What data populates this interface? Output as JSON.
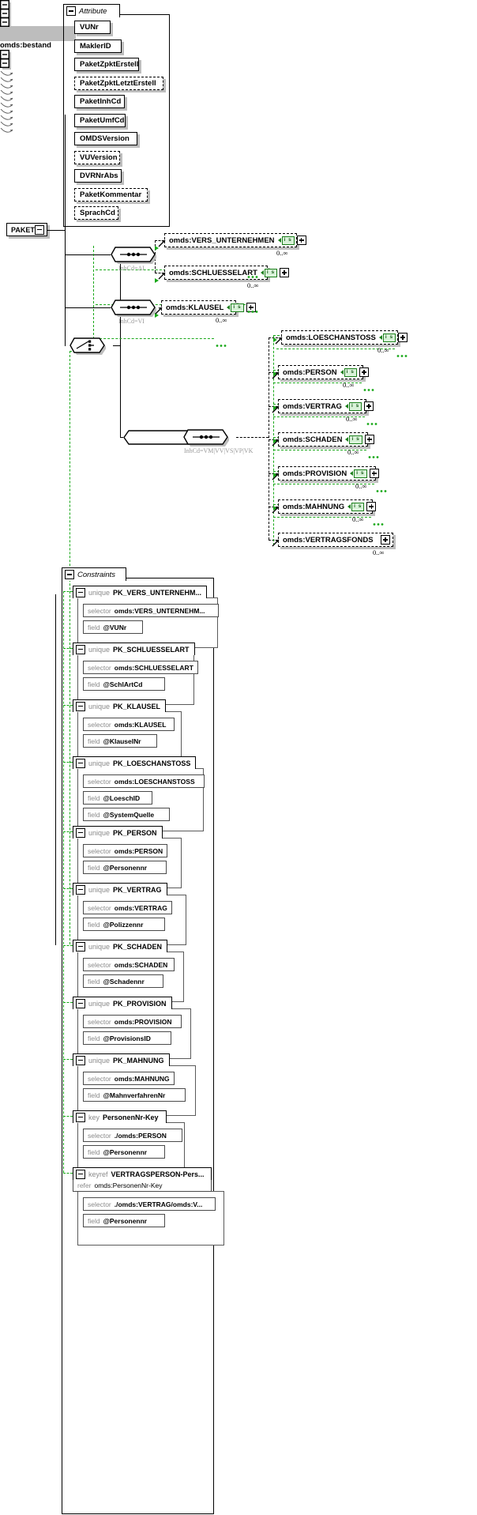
{
  "diagram": {
    "root": {
      "label": "PAKET"
    },
    "attribute_frame": {
      "title": "Attribute"
    },
    "constraints_frame": {
      "title": "Constraints"
    }
  },
  "attributes": [
    {
      "name": "VUNr",
      "optional": false
    },
    {
      "name": "MaklerID",
      "optional": false
    },
    {
      "name": "PaketZpktErstell",
      "optional": false
    },
    {
      "name": "PaketZpktLetztErstell",
      "optional": true
    },
    {
      "name": "PaketInhCd",
      "optional": false
    },
    {
      "name": "PaketUmfCd",
      "optional": false
    },
    {
      "name": "OMDSVersion",
      "optional": false
    },
    {
      "name": "VUVersion",
      "optional": true
    },
    {
      "name": "DVRNrAbs",
      "optional": false
    },
    {
      "name": "PaketKommentar",
      "optional": true
    },
    {
      "name": "SprachCd",
      "optional": true
    }
  ],
  "groups": [
    {
      "id": "seq-ai",
      "type": "sequence",
      "label": "InhCd=AI"
    },
    {
      "id": "seq-vi",
      "type": "sequence",
      "label": "InhCd=VI"
    },
    {
      "id": "choice-root",
      "type": "choice",
      "label": ""
    },
    {
      "id": "bestand",
      "type": "element",
      "label": "omds:bestand"
    },
    {
      "id": "seq-bestand",
      "type": "sequence",
      "label": "InhCd=VM|VV|VS|VP|VK"
    }
  ],
  "elements": [
    {
      "name": "omds:VERS_UNTERNEHMEN",
      "badge": "i s",
      "occurs": "0..∞",
      "expander": "plus",
      "group": "seq-ai"
    },
    {
      "name": "omds:SCHLUESSELART",
      "badge": "i s",
      "occurs": "0..∞",
      "expander": "plus",
      "group": "seq-ai"
    },
    {
      "name": "omds:KLAUSEL",
      "badge": "i s",
      "occurs": "0..∞",
      "expander": "plus",
      "group": "seq-vi"
    },
    {
      "name": "omds:LOESCHANSTOSS",
      "badge": "i s",
      "occurs": "0..∞",
      "expander": "plus",
      "group": "seq-bestand"
    },
    {
      "name": "omds:PERSON",
      "badge": "i s",
      "occurs": "0..∞",
      "expander": "plus",
      "group": "seq-bestand"
    },
    {
      "name": "omds:VERTRAG",
      "badge": "i s",
      "occurs": "0..∞",
      "expander": "plus",
      "group": "seq-bestand"
    },
    {
      "name": "omds:SCHADEN",
      "badge": "i s",
      "occurs": "0..∞",
      "expander": "plus",
      "group": "seq-bestand"
    },
    {
      "name": "omds:PROVISION",
      "badge": "i s",
      "occurs": "0..∞",
      "expander": "plus",
      "group": "seq-bestand"
    },
    {
      "name": "omds:MAHNUNG",
      "badge": "i s",
      "occurs": "0..∞",
      "expander": "plus",
      "group": "seq-bestand"
    },
    {
      "name": "omds:VERTRAGSFONDS",
      "badge": "",
      "occurs": "0..∞",
      "expander": "plus",
      "group": "seq-bestand"
    }
  ],
  "constraints": [
    {
      "kind": "unique",
      "name": "PK_VERS_UNTERNEHM...",
      "refer": "",
      "rows": [
        {
          "key": "selector",
          "value": "omds:VERS_UNTERNEHM..."
        },
        {
          "key": "field",
          "value": "@VUNr"
        }
      ]
    },
    {
      "kind": "unique",
      "name": "PK_SCHLUESSELART",
      "refer": "",
      "rows": [
        {
          "key": "selector",
          "value": "omds:SCHLUESSELART"
        },
        {
          "key": "field",
          "value": "@SchlArtCd"
        }
      ]
    },
    {
      "kind": "unique",
      "name": "PK_KLAUSEL",
      "refer": "",
      "rows": [
        {
          "key": "selector",
          "value": "omds:KLAUSEL"
        },
        {
          "key": "field",
          "value": "@KlauselNr"
        }
      ]
    },
    {
      "kind": "unique",
      "name": "PK_LOESCHANSTOSS",
      "refer": "",
      "rows": [
        {
          "key": "selector",
          "value": "omds:LOESCHANSTOSS"
        },
        {
          "key": "field",
          "value": "@LoeschID"
        },
        {
          "key": "field",
          "value": "@SystemQuelle"
        }
      ]
    },
    {
      "kind": "unique",
      "name": "PK_PERSON",
      "refer": "",
      "rows": [
        {
          "key": "selector",
          "value": "omds:PERSON"
        },
        {
          "key": "field",
          "value": "@Personennr"
        }
      ]
    },
    {
      "kind": "unique",
      "name": "PK_VERTRAG",
      "refer": "",
      "rows": [
        {
          "key": "selector",
          "value": "omds:VERTRAG"
        },
        {
          "key": "field",
          "value": "@Polizzennr"
        }
      ]
    },
    {
      "kind": "unique",
      "name": "PK_SCHADEN",
      "refer": "",
      "rows": [
        {
          "key": "selector",
          "value": "omds:SCHADEN"
        },
        {
          "key": "field",
          "value": "@Schadennr"
        }
      ]
    },
    {
      "kind": "unique",
      "name": "PK_PROVISION",
      "refer": "",
      "rows": [
        {
          "key": "selector",
          "value": "omds:PROVISION"
        },
        {
          "key": "field",
          "value": "@ProvisionsID"
        }
      ]
    },
    {
      "kind": "unique",
      "name": "PK_MAHNUNG",
      "refer": "",
      "rows": [
        {
          "key": "selector",
          "value": "omds:MAHNUNG"
        },
        {
          "key": "field",
          "value": "@MahnverfahrenNr"
        }
      ]
    },
    {
      "kind": "key",
      "name": "PersonenNr-Key",
      "refer": "",
      "rows": [
        {
          "key": "selector",
          "value": "./omds:PERSON"
        },
        {
          "key": "field",
          "value": "@Personennr"
        }
      ]
    },
    {
      "kind": "keyref",
      "name": "VERTRAGSPERSON-Pers...",
      "refer": "omds:PersonenNr-Key",
      "rows": [
        {
          "key": "selector",
          "value": "./omds:VERTRAG/omds:V..."
        },
        {
          "key": "field",
          "value": "@Personennr"
        }
      ]
    }
  ],
  "colors": {
    "accent_green": "#19a819",
    "badge_bg": "#d9f2d9",
    "shadow": "#bdbdbd",
    "muted_text": "#8a8a8a"
  }
}
